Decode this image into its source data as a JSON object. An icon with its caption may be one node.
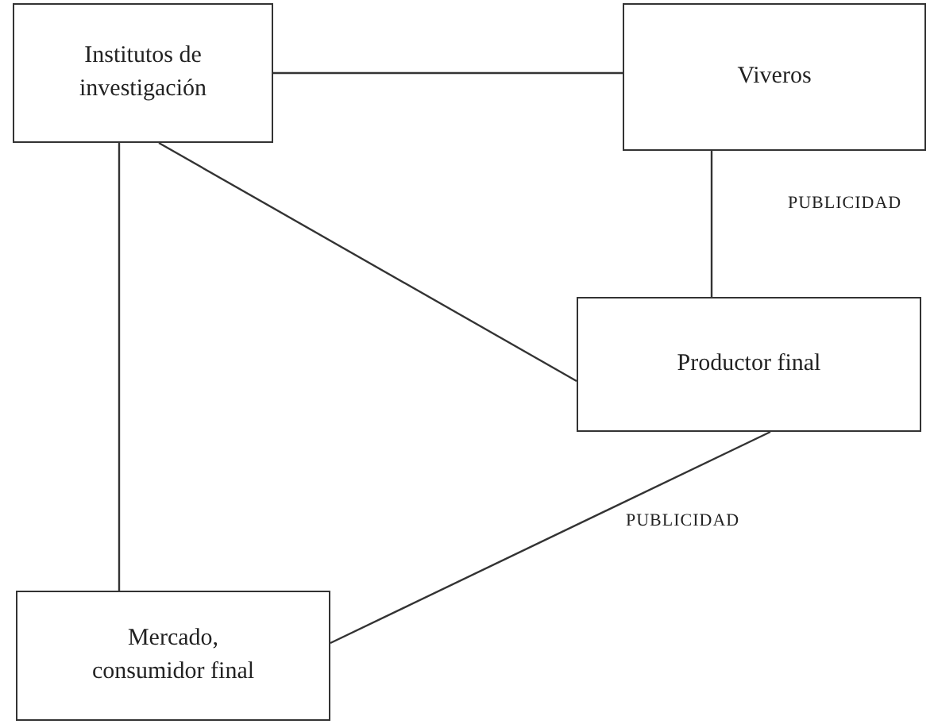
{
  "diagram": {
    "nodes": [
      {
        "text": [
          "Institutos de investigación"
        ]
      },
      {
        "text": [
          "Viveros"
        ]
      },
      {
        "text": [
          "Productor final"
        ]
      },
      {
        "text": [
          "Mercado, consumidor final"
        ]
      }
    ],
    "edges": [
      {
        "from": 0,
        "to": 1,
        "arrow": "none"
      },
      {
        "from": 1,
        "to": 2,
        "arrow": "none",
        "label": "PUBLICIDAD"
      },
      {
        "from": 0,
        "to": 2,
        "arrow": "none"
      },
      {
        "from": 0,
        "to": 3,
        "arrow": "none"
      },
      {
        "from": 2,
        "to": 3,
        "arrow": "none",
        "label": "PUBLICIDAD"
      }
    ]
  }
}
